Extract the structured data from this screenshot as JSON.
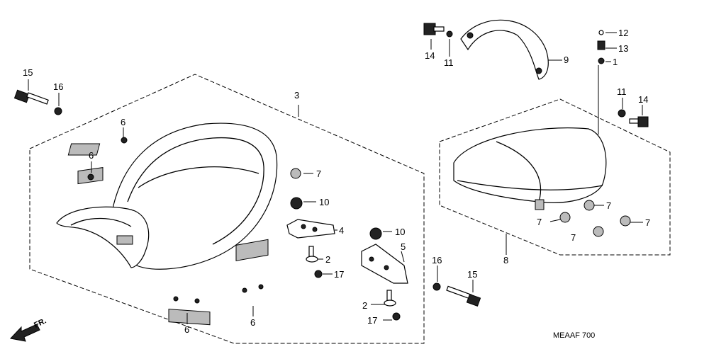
{
  "callouts": {
    "c1": "1",
    "c2a": "2",
    "c2b": "2",
    "c3": "3",
    "c4": "4",
    "c5": "5",
    "c6a": "6",
    "c6b": "6",
    "c6c": "6",
    "c6d": "6",
    "c7a": "7",
    "c7b": "7",
    "c7c": "7",
    "c7d": "7",
    "c7e": "7",
    "c8": "8",
    "c9": "9",
    "c10a": "10",
    "c10b": "10",
    "c11a": "11",
    "c11b": "11",
    "c12": "12",
    "c13": "13",
    "c14a": "14",
    "c14b": "14",
    "c15a": "15",
    "c15b": "15",
    "c16a": "16",
    "c16b": "16",
    "c17a": "17",
    "c17b": "17"
  },
  "front_marker": "FR.",
  "diagram_code": "MEAAF 700"
}
